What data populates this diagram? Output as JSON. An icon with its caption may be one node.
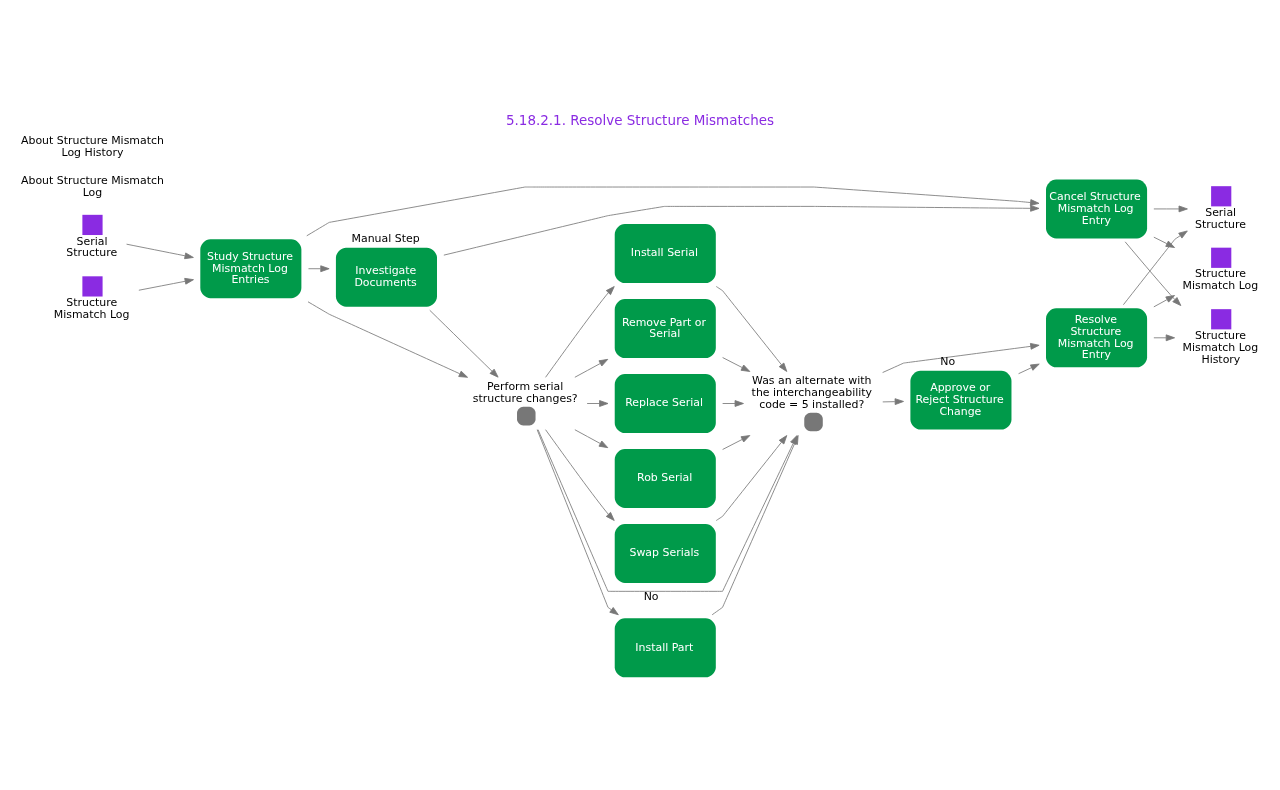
{
  "diagram": {
    "title": "5.18.2.1. Resolve Structure Mismatches",
    "nodes": [
      {
        "text": [
          "Serial Structure"
        ]
      },
      {
        "text": [
          "Structure Mismatch Log"
        ]
      },
      {
        "text": [
          "Study Structure Mismatch Log Entries"
        ]
      },
      {
        "text": [
          "Investigate Documents"
        ],
        "beside": [
          "Manual Step"
        ]
      },
      {
        "text": [
          "Perform serial structure changes?"
        ]
      },
      {
        "text": [
          "Install Part"
        ]
      },
      {
        "text": [
          "Install Serial"
        ]
      },
      {
        "text": [
          "Remove Part or Serial"
        ]
      },
      {
        "text": [
          "Replace Serial"
        ]
      },
      {
        "text": [
          "Rob Serial"
        ]
      },
      {
        "text": [
          "Swap Serials"
        ]
      },
      {
        "text": [
          "Cancel Structure Mismatch Log Entry"
        ]
      },
      {
        "text": [
          "Was an alternate with the interchangeability code = 5 installed?"
        ]
      },
      {
        "text": [
          "Approve or Reject Structure Change"
        ]
      },
      {
        "text": [
          "Resolve Structure Mismatch Log Entry"
        ]
      },
      {
        "text": [
          "Serial Structure"
        ]
      },
      {
        "text": [
          "Structure Mismatch Log"
        ]
      },
      {
        "text": [
          "Structure Mismatch Log History"
        ]
      }
    ],
    "edges": [
      {
        "from": 0,
        "to": 2,
        "arrow": "to"
      },
      {
        "from": 1,
        "to": 2,
        "arrow": "to"
      },
      {
        "from": 2,
        "to": 4,
        "arrow": "to"
      },
      {
        "from": 2,
        "to": 3,
        "arrow": "to"
      },
      {
        "from": 2,
        "to": 11,
        "arrow": "to"
      },
      {
        "from": 3,
        "to": 4,
        "arrow": "to"
      },
      {
        "from": 3,
        "to": 11,
        "arrow": "to"
      },
      {
        "from": 4,
        "to": 12,
        "arrow": "to",
        "label": "No"
      },
      {
        "from": 4,
        "to": 5,
        "arrow": "to"
      },
      {
        "from": 4,
        "to": 6,
        "arrow": "to"
      },
      {
        "from": 4,
        "to": 7,
        "arrow": "to"
      },
      {
        "from": 4,
        "to": 8,
        "arrow": "to"
      },
      {
        "from": 4,
        "to": 9,
        "arrow": "to"
      },
      {
        "from": 4,
        "to": 10,
        "arrow": "to"
      },
      {
        "from": 5,
        "to": 12,
        "arrow": "to"
      },
      {
        "from": 6,
        "to": 12,
        "arrow": "to"
      },
      {
        "from": 7,
        "to": 12,
        "arrow": "to"
      },
      {
        "from": 8,
        "to": 12,
        "arrow": "to"
      },
      {
        "from": 9,
        "to": 12,
        "arrow": "to"
      },
      {
        "from": 10,
        "to": 12,
        "arrow": "to"
      },
      {
        "from": 12,
        "to": 14,
        "arrow": "to",
        "label": "No"
      },
      {
        "from": 12,
        "to": 13,
        "arrow": "to"
      },
      {
        "from": 13,
        "to": 14,
        "arrow": "to"
      },
      {
        "from": 14,
        "to": 15,
        "arrow": "to"
      },
      {
        "from": 14,
        "to": 16,
        "arrow": "to"
      },
      {
        "from": 14,
        "to": 17,
        "arrow": "to"
      },
      {
        "from": 11,
        "to": 15,
        "arrow": "to"
      },
      {
        "from": 11,
        "to": 16,
        "arrow": "to"
      },
      {
        "from": 11,
        "to": 17,
        "arrow": "to"
      }
    ],
    "labels": [
      "About Structure Mismatch Log",
      "About Structure Mismatch Log History"
    ]
  }
}
